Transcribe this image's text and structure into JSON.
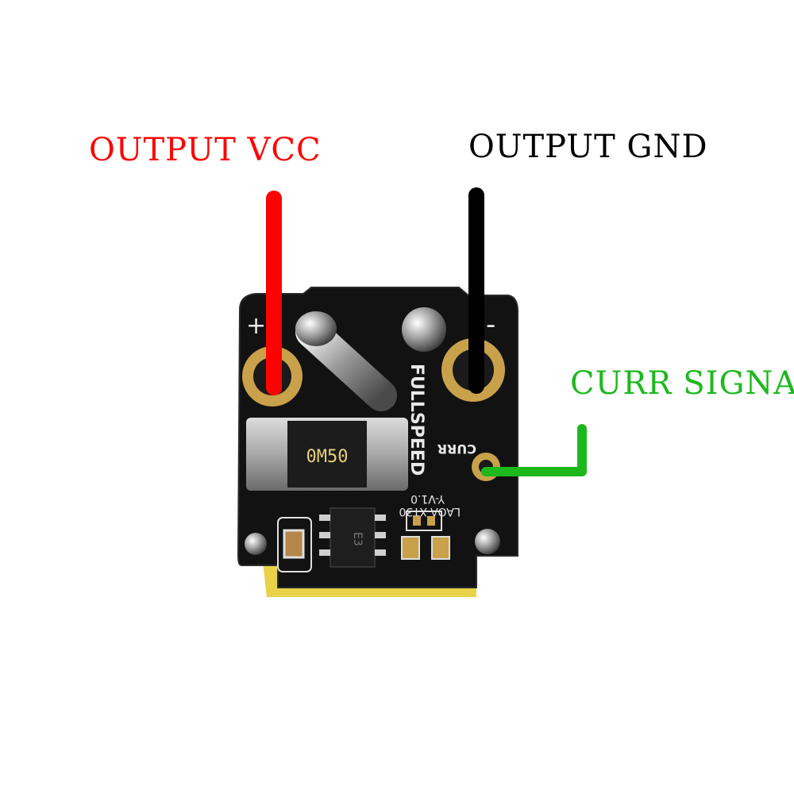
{
  "labels": {
    "output_vcc": "OUTPUT VCC",
    "output_gnd": "OUTPUT GND",
    "curr_signal": "CURR SIGNAL"
  },
  "board": {
    "resistor_marking": "0M50",
    "silk_brand": "FULLSPEED",
    "silk_curr": "CURR",
    "silk_model": "LAOA-XT30",
    "silk_version": "Y-V1.0",
    "silk_plus": "+",
    "silk_minus": "-",
    "ic_marking": "E3"
  },
  "colors": {
    "vcc": "#ff0000",
    "gnd": "#000000",
    "curr": "#1cb81c",
    "pcb": "#121212",
    "gold": "#e9d24a",
    "pad": "#c9a14a"
  }
}
